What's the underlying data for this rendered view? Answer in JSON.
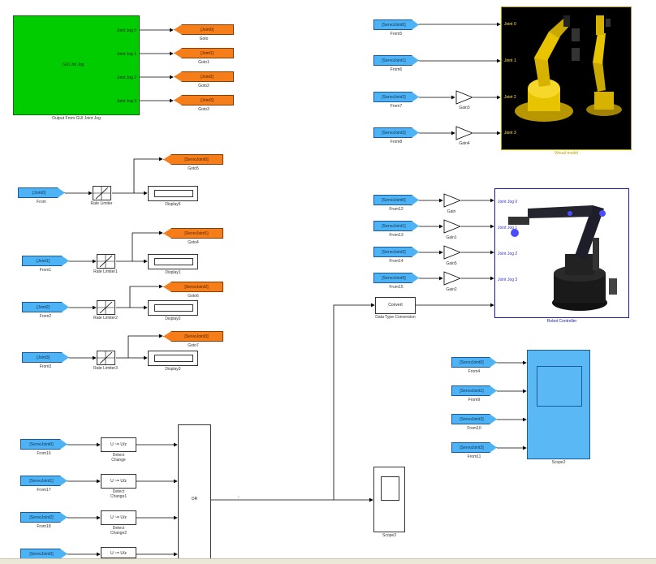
{
  "gui_block": {
    "center_label": "GUI Jnt Jog",
    "ports": [
      "Joint Jog 0",
      "Joint Jog 1",
      "Joint Jog 2",
      "Joint Jog 3"
    ],
    "caption": "Output From GUI Joint Jog",
    "color": "#00cc00"
  },
  "top_gotos": [
    {
      "tag": "[Joint0]",
      "caption": "Goto"
    },
    {
      "tag": "[Joint1]",
      "caption": "Goto1"
    },
    {
      "tag": "[Joint2]",
      "caption": "Goto2"
    },
    {
      "tag": "[Joint3]",
      "caption": "Goto3"
    }
  ],
  "top_right_froms": [
    {
      "tag": "[ServoJoint0]",
      "caption": "From5"
    },
    {
      "tag": "[ServoJoint1]",
      "caption": "From6"
    },
    {
      "tag": "[ServoJoint2]",
      "caption": "From7"
    },
    {
      "tag": "[ServoJoint3]",
      "caption": "From8"
    }
  ],
  "top_gains": [
    {
      "caption": "Gain3"
    },
    {
      "caption": "Gain4"
    }
  ],
  "virtual_model": {
    "ports": [
      "Joint 0",
      "Joint 1",
      "Joint 2",
      "Joint 3"
    ],
    "caption": "Virtual model"
  },
  "rate_rows": [
    {
      "from": "[Joint0]",
      "from_caption": "From",
      "limiter": "Rate Limiter",
      "display": "Display5",
      "goto": "[ServoJoint0]",
      "goto_caption": "Goto5"
    },
    {
      "from": "[Joint1]",
      "from_caption": "From1",
      "limiter": "Rate Limiter1",
      "display": "Display1",
      "goto": "[ServoJoint1]",
      "goto_caption": "Goto4"
    },
    {
      "from": "[Joint2]",
      "from_caption": "From2",
      "limiter": "Rate Limiter2",
      "display": "Display2",
      "goto": "[ServoJoint2]",
      "goto_caption": "Goto6"
    },
    {
      "from": "[Joint3]",
      "from_caption": "From3",
      "limiter": "Rate Limiter3",
      "display": "Display3",
      "goto": "[ServoJoint3]",
      "goto_caption": "Goto7"
    }
  ],
  "robot_froms": [
    {
      "tag": "[ServoJoint0]",
      "caption": "From12",
      "gain": "Gain"
    },
    {
      "tag": "[ServoJoint1]",
      "caption": "From13",
      "gain": "Gain1"
    },
    {
      "tag": "[ServoJoint2]",
      "caption": "From14",
      "gain": "Gain5"
    },
    {
      "tag": "[ServoJoint3]",
      "caption": "From15",
      "gain": "Gain2"
    }
  ],
  "robot_controller": {
    "ports": [
      "Joint Jog 0",
      "Joint Jog 1",
      "Joint Jog 2",
      "Joint Jog 3"
    ],
    "caption": "Robot Controller"
  },
  "convert": {
    "label": "Convert",
    "caption": "Data Type Conversion"
  },
  "scope2_froms": [
    {
      "tag": "[ServoJoint0]",
      "caption": "From4"
    },
    {
      "tag": "[ServoJoint1]",
      "caption": "From9"
    },
    {
      "tag": "[ServoJoint2]",
      "caption": "From10"
    },
    {
      "tag": "[ServoJoint3]",
      "caption": "From11"
    }
  ],
  "scope2": {
    "caption": "Scope2",
    "color": "#5ab8f5"
  },
  "change_rows": [
    {
      "tag": "[ServoJoint0]",
      "caption": "From16",
      "label": "U ~= U/z",
      "block_caption": "Detect\nChange"
    },
    {
      "tag": "[ServoJoint1]",
      "caption": "From17",
      "label": "U ~= U/z",
      "block_caption": "Detect\nChange1"
    },
    {
      "tag": "[ServoJoint2]",
      "caption": "From18",
      "label": "U ~= U/z",
      "block_caption": "Detect\nChange2"
    },
    {
      "tag": "[ServoJoint3]",
      "caption": "",
      "label": "U ~= U/z",
      "block_caption": ""
    }
  ],
  "or_block": {
    "label": "OR"
  },
  "scope3": {
    "caption": "Scope3"
  }
}
